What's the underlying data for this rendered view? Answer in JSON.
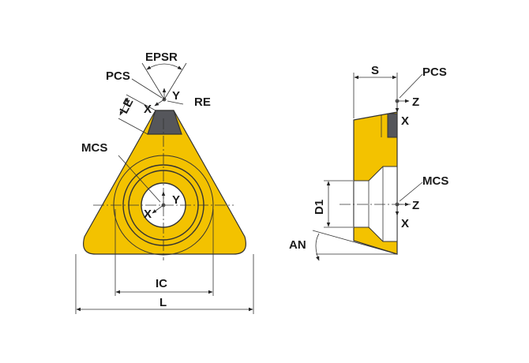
{
  "colors": {
    "insert_body": "#f3c200",
    "carbide_tip": "#55565b",
    "bore": "#ffffff",
    "lines": "#222222"
  },
  "labels": {
    "epsr": "EPSR",
    "pcs_front": "PCS",
    "re": "RE",
    "le": "LE",
    "x_pcs_front": "X",
    "y_pcs_front": "Y",
    "mcs_front": "MCS",
    "x_mcs_front": "X",
    "y_mcs_front": "Y",
    "ic": "IC",
    "l": "L",
    "s": "S",
    "pcs_side": "PCS",
    "z_pcs_side": "Z",
    "x_pcs_side": "X",
    "mcs_side": "MCS",
    "z_mcs_side": "Z",
    "x_mcs_side": "X",
    "d1": "D1",
    "an": "AN"
  }
}
